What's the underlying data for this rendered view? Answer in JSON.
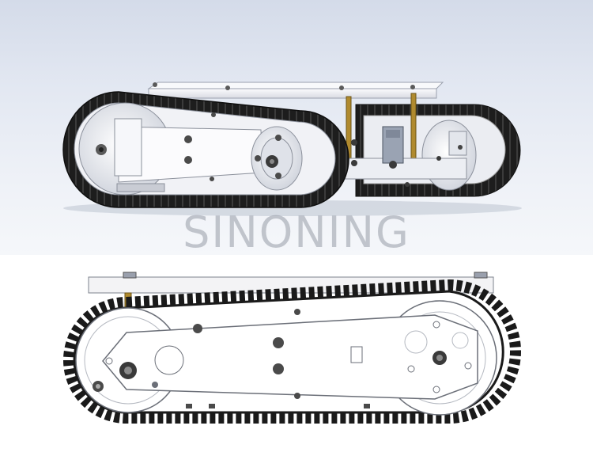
{
  "watermark": "SINONING",
  "views": [
    {
      "name": "isometric-view",
      "kind": "tracked chassis assembly"
    },
    {
      "name": "side-view",
      "kind": "tracked chassis assembly"
    }
  ],
  "colors": {
    "track": "#1f1f1f",
    "plate": "#f2f2f4",
    "standoff": "#b08a2e",
    "hub": "#3a3a3a",
    "bracket": "#8d96a6",
    "background_top": "#dde3ee"
  },
  "icons": [
    "track-icon",
    "wheel-icon",
    "screw-icon",
    "standoff-icon"
  ]
}
